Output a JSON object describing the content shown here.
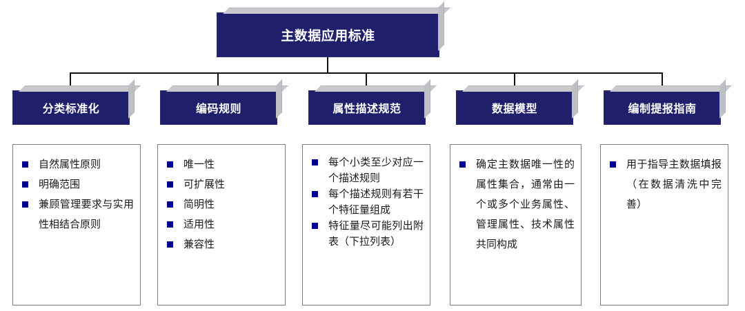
{
  "diagram": {
    "type": "org-chart",
    "title": "主数据应用标准",
    "colors": {
      "box_fill": "#1f1f6b",
      "box_text": "#ffffff",
      "shadow": "#c9c9cd",
      "bullet": "#00008f",
      "connector": "#111111",
      "content_border": "#7f7f7f",
      "content_fill": "#ffffff",
      "body_text": "#1a1a1a"
    },
    "branches": [
      {
        "id": "classification",
        "header": "分类标准化",
        "dense": false,
        "items": [
          "自然属性原则",
          "明确范围",
          "兼顾管理要求与实用性相结合原则"
        ]
      },
      {
        "id": "coding-rules",
        "header": "编码规则",
        "dense": false,
        "items": [
          "唯一性",
          "可扩展性",
          "简明性",
          "适用性",
          "兼容性"
        ]
      },
      {
        "id": "attribute-spec",
        "header": "属性描述规范",
        "dense": true,
        "items": [
          "每个小类至少对应一个描述规则",
          "每个描述规则有若干个特征量组成",
          "特征量尽可能列出附表（下拉列表）"
        ]
      },
      {
        "id": "data-model",
        "header": "数据模型",
        "dense": false,
        "items": [
          "确定主数据唯一性的属性集合，通常由一个或多个业务属性、管理属性、技术属性共同构成"
        ]
      },
      {
        "id": "reporting-guide",
        "header": "编制提报指南",
        "dense": false,
        "items": [
          "用于指导主数据填报（在数据清洗中完善）"
        ]
      }
    ]
  }
}
